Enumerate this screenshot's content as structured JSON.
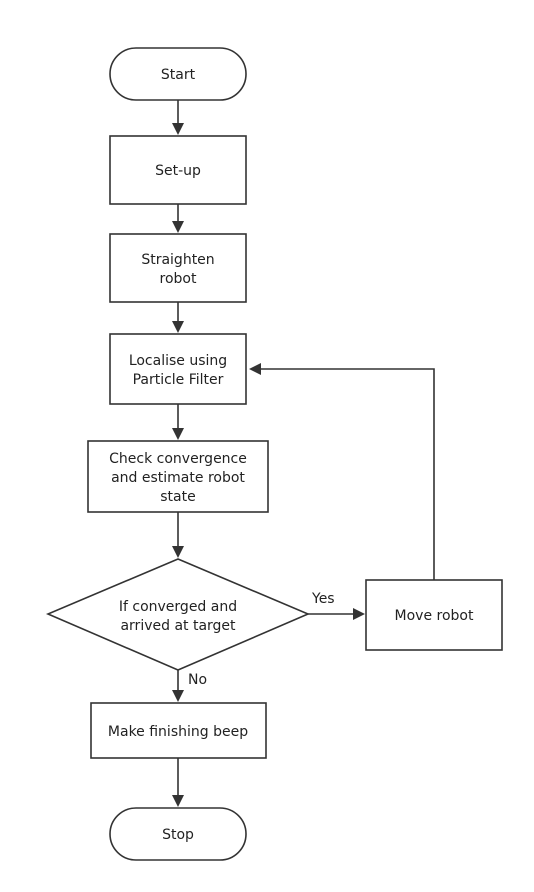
{
  "diagram": {
    "nodes": {
      "start": {
        "lines": [
          "Start"
        ]
      },
      "setup": {
        "lines": [
          "Set-up"
        ]
      },
      "straighten": {
        "lines": [
          "Straighten",
          "robot"
        ]
      },
      "localise": {
        "lines": [
          "Localise using",
          "Particle Filter"
        ]
      },
      "check": {
        "lines": [
          "Check convergence",
          "and estimate robot",
          "state"
        ]
      },
      "decision": {
        "lines": [
          "If converged and",
          "arrived at target"
        ]
      },
      "move": {
        "lines": [
          "Move robot"
        ]
      },
      "beep": {
        "lines": [
          "Make finishing beep"
        ]
      },
      "stop": {
        "lines": [
          "Stop"
        ]
      }
    },
    "edge_labels": {
      "yes": "Yes",
      "no": "No"
    }
  }
}
